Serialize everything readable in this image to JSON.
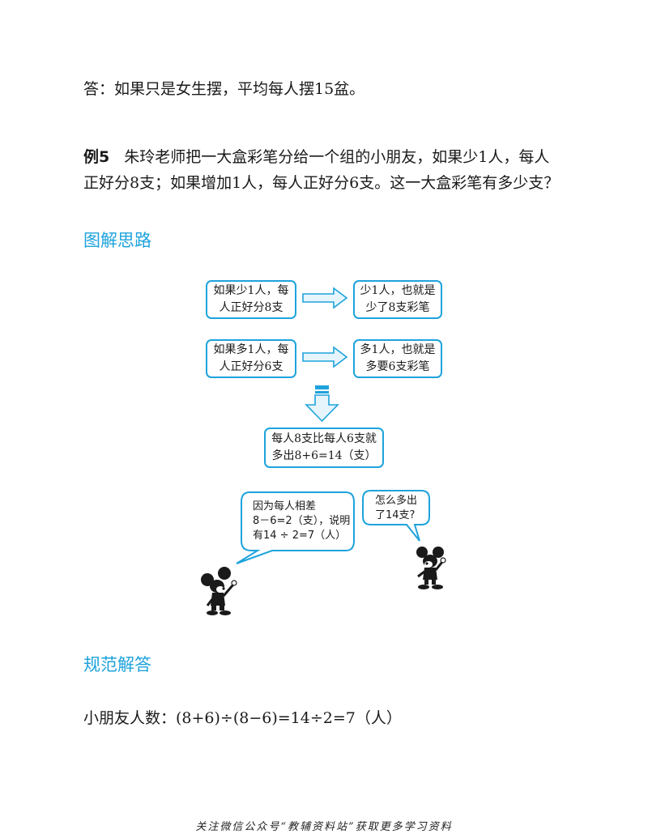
{
  "answer_line": "答：如果只是女生摆，平均每人摆15盆。",
  "example": {
    "label": "例5",
    "line1": "朱玲老师把一大盒彩笔分给一个组的小朋友，如果少1人，每人",
    "line2": "正好分8支；如果增加1人，每人正好分6支。这一大盒彩笔有多少支？"
  },
  "diagram_heading": "图解思路",
  "flow": {
    "row1_left": [
      "如果少1人，每",
      "人正好分8支"
    ],
    "row1_right": [
      "少1人，也就是",
      "少了8支彩笔"
    ],
    "row2_left": [
      "如果多1人，每",
      "人正好分6支"
    ],
    "row2_right": [
      "多1人，也就是",
      "多要6支彩笔"
    ],
    "result": [
      "每人8支比每人6支就",
      "多出8+6=14（支）"
    ]
  },
  "bubbles": {
    "left": [
      "因为每人相差",
      "8－6=2（支），说明",
      "有14 ÷ 2=7（人）"
    ],
    "right": [
      "怎么多出",
      "了14支?"
    ]
  },
  "solution_heading": "规范解答",
  "solution_line": "小朋友人数：(8+6)÷(8−6)=14÷2=7（人）",
  "footer": "关注微信公众号“教辅资料站”获取更多学习资料",
  "colors": {
    "accent": "#1ea3dc",
    "arrow_fill": "#e6f5fc"
  }
}
